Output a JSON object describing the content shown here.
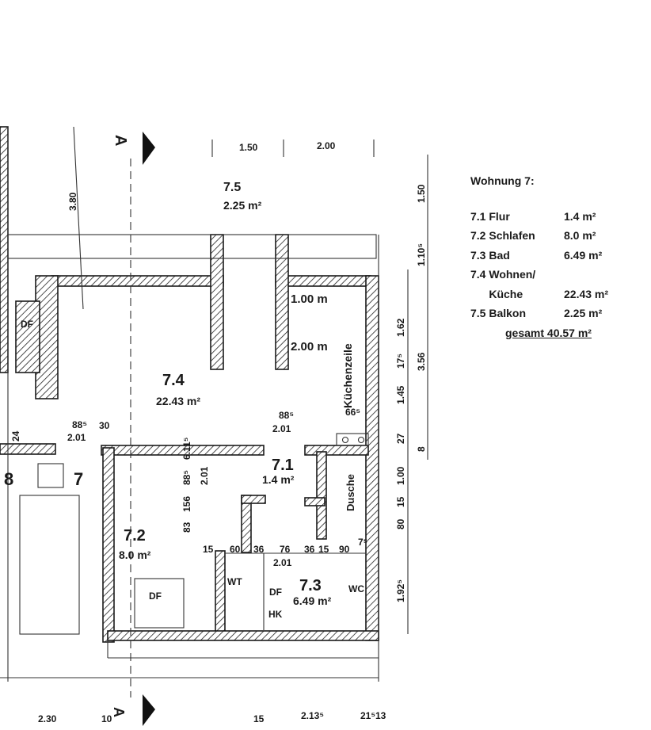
{
  "rooms": {
    "r75": {
      "num": "7.5",
      "area": "2.25 m²"
    },
    "r74": {
      "num": "7.4",
      "area": "22.43 m²"
    },
    "r71": {
      "num": "7.1",
      "area": "1.4 m²"
    },
    "r72": {
      "num": "7.2",
      "area": "8.0 m²"
    },
    "r73": {
      "num": "7.3",
      "area": "6.49 m²"
    }
  },
  "labels": {
    "df": "DF",
    "wt": "WT",
    "hk": "HK",
    "wc": "WC",
    "dusche": "Dusche",
    "kuechenzeile": "Küchenzeile",
    "unit_8": "8",
    "unit_7": "7",
    "section_a": "A"
  },
  "dimensions": {
    "top": [
      "1.50",
      "2.00"
    ],
    "bottom": [
      "2.30",
      "10",
      "15",
      "2.13⁵",
      "21⁵13"
    ],
    "right_inner": [
      "1.62",
      "17⁵",
      "1.45",
      "27",
      "1.00",
      "15",
      "80",
      "1.92⁵"
    ],
    "right_outer": [
      "1.50",
      "1.10⁵",
      "3.56",
      "8"
    ],
    "left_vertical": "3.80",
    "window_1": "1.00 m",
    "window_2": "2.00 m",
    "door_1_a": "88⁵",
    "door_1_b": "2.01",
    "door_1_c": "30",
    "door_2_a": "88⁵",
    "door_2_b": "2.01",
    "kitchen_66": "66⁵",
    "v_83": "83",
    "v_156": "156",
    "v_88": "88⁵",
    "v_611": "6.11⁵",
    "v_201": "2.01",
    "left_24": "24",
    "bath_dims": [
      "15",
      "60",
      "36",
      "76",
      "36",
      "15",
      "90",
      "7⁵"
    ],
    "bath_201": "2.01"
  },
  "legend": {
    "title": "Wohnung 7:",
    "rows": [
      {
        "name": "7.1 Flur",
        "area": "1.4 m²"
      },
      {
        "name": "7.2 Schlafen",
        "area": "8.0 m²"
      },
      {
        "name": "7.3 Bad",
        "area": "6.49 m²"
      },
      {
        "name": "7.4 Wohnen/",
        "area": ""
      },
      {
        "name": "      Küche",
        "area": "22.43 m²"
      },
      {
        "name": "7.5 Balkon",
        "area": "2.25 m²"
      }
    ],
    "total": "gesamt 40.57 m²"
  }
}
